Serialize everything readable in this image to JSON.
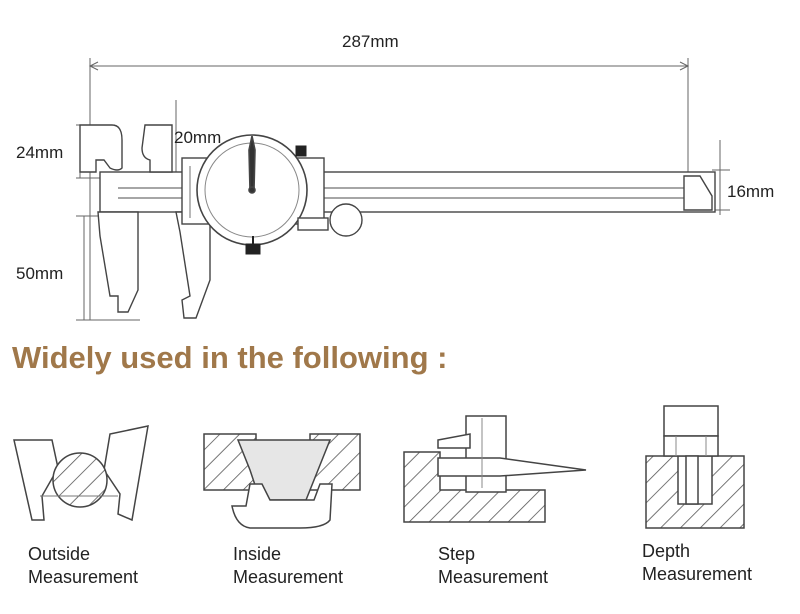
{
  "dimensions": {
    "overall_length": "287mm",
    "inside_jaw_depth": "24mm",
    "dial_gap": "20mm",
    "outside_jaw_depth": "50mm",
    "depth_rod": "16mm"
  },
  "heading": "Widely used in the following :",
  "uses": [
    {
      "line1": "Outside",
      "line2": "Measurement"
    },
    {
      "line1": "Inside",
      "line2": "Measurement"
    },
    {
      "line1": "Step",
      "line2": "Measurement"
    },
    {
      "line1": "Depth",
      "line2": "Measurement"
    }
  ]
}
